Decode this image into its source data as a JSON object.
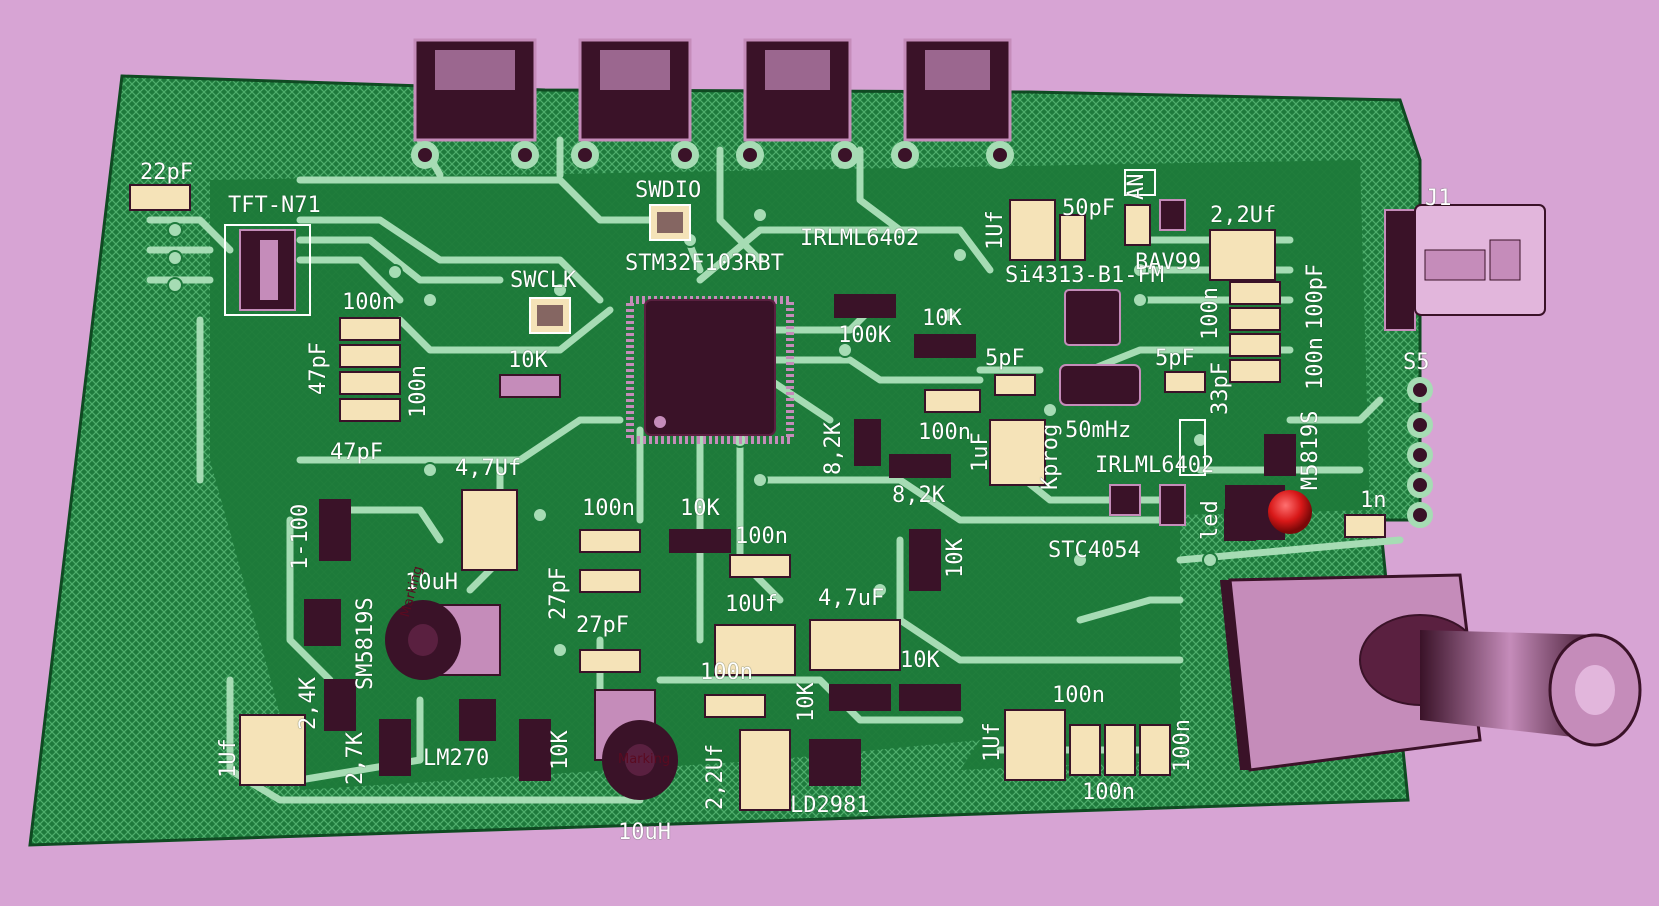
{
  "board": {
    "colors": {
      "background": "#d7a4d4",
      "pcb_green": "#1e7a3c",
      "trace": "#a6dcb4",
      "silkscreen": "#ffffff",
      "part_body": "#3a1228",
      "pad_cream": "#f5e3b8",
      "led_red": "#d81818"
    },
    "labels": {
      "c22pf": "22pF",
      "tft": "TFT-N71",
      "swdio": "SWDIO",
      "swclk": "SWCLK",
      "mcu": "STM32F103RBT",
      "irlml_top": "IRLML6402",
      "r100k": "100K",
      "r10k_a": "10K",
      "r10k_b": "10K",
      "c100n_a": "100n",
      "c47pf_a": "47pF",
      "c100n_b": "100n",
      "c47pf_b": "47pF",
      "c4_7uf_a": "4,7Uf",
      "r1_100": "1-100",
      "d_sm5819": "SM5819S",
      "l10uh_a": "10uH",
      "c27pf_a": "27pF",
      "c100n_c": "100n",
      "r10k_c": "10K",
      "c100n_d": "100n",
      "c27pf_b": "27pF",
      "c10uf": "10Uf",
      "c4_7uf_b": "4,7uF",
      "c100n_e": "100n",
      "r10k_d": "10K",
      "r10k_e": "10K",
      "r2_4k": "2,4K",
      "r2_7k": "2,7K",
      "c1uf_a": "1Uf",
      "ic_lm270": "LM270",
      "r10k_f": "10K",
      "c2_2uf_a": "2,2Uf",
      "l10uh_b": "10uH",
      "ic_ld2981": "LD2981",
      "c1uf_b": "1Uf",
      "c100n_f": "100n",
      "c100n_g": "100n",
      "c100n_h": "100n",
      "r8_2k_a": "8,2K",
      "r8_2k_b": "8,2K",
      "c100n_i": "100n",
      "c1uf_c": "1uF",
      "c5pf_a": "5pF",
      "c5pf_b": "5pF",
      "xtal": "50mHz",
      "kprog": "Kprog",
      "irlml_mid": "IRLML6402",
      "ic_stc4054": "STC4054",
      "r10k_g": "10K",
      "led": "led",
      "c1n": "1n",
      "c1uf_d": "1Uf",
      "c50pf": "50pF",
      "ic_si4313": "Si4313-B1-FM",
      "d_bav99": "BAV99",
      "ant": "AN",
      "c2_2uf_b": "2,2Uf",
      "j1": "J1",
      "c100n_j": "100n",
      "c100pf": "100pF",
      "c100n_k": "100n",
      "c33pf": "33pF",
      "d_m5819s": "M5819S",
      "s5": "S5",
      "marking_a": "Marking",
      "marking_b": "Marking"
    }
  }
}
